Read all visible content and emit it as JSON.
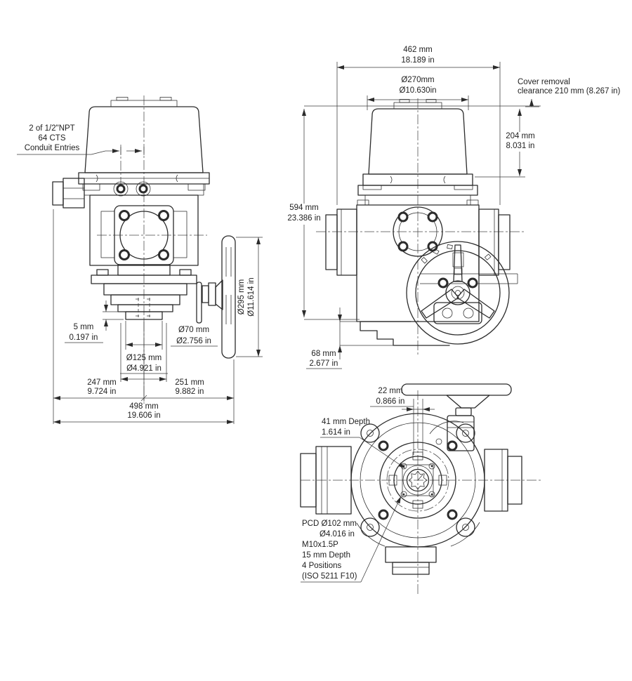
{
  "drawing": {
    "type": "actuator-dimensional-drawing",
    "background": "#ffffff",
    "line_color": "#2b2b2b",
    "text_color": "#1f1f1f"
  },
  "notes": {
    "conduit": {
      "line1": "2 of 1/2\"NPT",
      "line2": "64 CTS",
      "line3": "Conduit Entries"
    },
    "cover_removal": {
      "line1": "Cover removal",
      "line2": "clearance 210 mm (8.267 in)"
    },
    "bore_depth": {
      "line1": "41 mm Depth",
      "line2": "1.614 in"
    },
    "mounting": {
      "line1": "PCD Ø102 mm",
      "line2": "Ø4.016 in",
      "line3": "M10x1.5P",
      "line4": "15 mm Depth",
      "line5": "4 Positions",
      "line6": "(ISO 5211 F10)"
    }
  },
  "dimensions": {
    "overall_width": {
      "mm": "462 mm",
      "inch": "18.189 in"
    },
    "cover_diameter": {
      "mm": "Ø270mm",
      "inch": "Ø10.630in"
    },
    "cover_height": {
      "mm": "204 mm",
      "inch": "8.031 in"
    },
    "overall_height": {
      "mm": "594 mm",
      "inch": "23.386 in"
    },
    "base_height": {
      "mm": "68 mm",
      "inch": "2.677 in"
    },
    "handwheel_diameter": {
      "mm": "Ø295 mm",
      "inch": "Ø11.614 in"
    },
    "spigot_height": {
      "mm": "5 mm",
      "inch": "0.197 in"
    },
    "spigot_diameter": {
      "mm": "Ø70 mm",
      "inch": "Ø2.756 in"
    },
    "flange_bolt_circle": {
      "mm": "Ø125 mm",
      "inch": "Ø4.921 in"
    },
    "center_to_rear": {
      "mm": "247 mm",
      "inch": "9.724 in"
    },
    "center_to_front": {
      "mm": "251 mm",
      "inch": "9.882 in"
    },
    "overall_length": {
      "mm": "498 mm",
      "inch": "19.606 in"
    },
    "stem_width": {
      "mm": "22 mm",
      "inch": "0.866 in"
    }
  }
}
